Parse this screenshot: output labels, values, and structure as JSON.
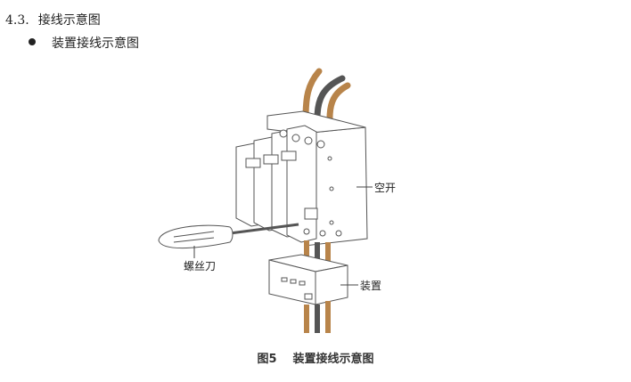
{
  "section": {
    "number": "4.3.",
    "title": "接线示意图"
  },
  "bullet": {
    "text": "装置接线示意图"
  },
  "figure": {
    "labels": {
      "breaker": "空开",
      "screwdriver": "螺丝刀",
      "device": "装置"
    },
    "caption": {
      "number": "图5",
      "text": "装置接线示意图"
    }
  },
  "colors": {
    "wire_brown": "#b8844a",
    "wire_gray": "#555555",
    "outline": "#555555"
  }
}
